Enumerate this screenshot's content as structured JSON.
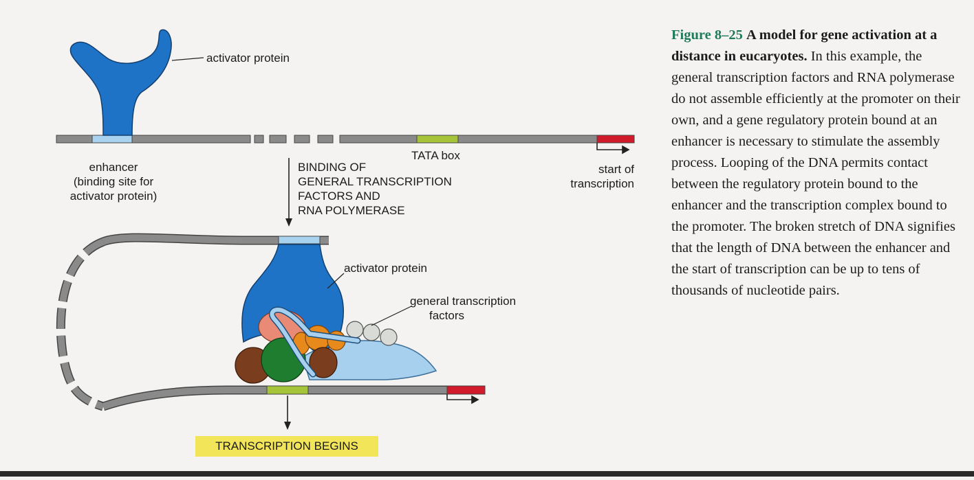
{
  "labels": {
    "activator_top": "activator protein",
    "tata_box": "TATA box",
    "enhancer_line1": "enhancer",
    "enhancer_line2": "(binding site for",
    "enhancer_line3": "activator protein)",
    "binding_line1": "BINDING OF",
    "binding_line2": "GENERAL TRANSCRIPTION",
    "binding_line3": "FACTORS AND",
    "binding_line4": "RNA POLYMERASE",
    "start_line1": "start of",
    "start_line2": "transcription",
    "activator_bottom": "activator protein",
    "gtf_line1": "general transcription",
    "gtf_line2": "factors",
    "transcription_begins": "TRANSCRIPTION BEGINS"
  },
  "caption": {
    "figure_number": "Figure 8–25",
    "title": "A model for gene activation at a distance in eucaryotes.",
    "body": "In this example, the general transcription factors and RNA polymerase do not assemble efficiently at the promoter on their own, and a gene regulatory protein bound at an enhancer is necessary to stimulate the assembly process. Looping of the DNA permits contact between the regulatory protein bound to the enhancer and the transcription complex bound to the promoter. The broken stretch of DNA signifies that the length of DNA between the enhancer and the start of transcription can be up to tens of thousands of nucleotide pairs."
  },
  "colors": {
    "activator": "#1f73c6",
    "dna": "#8a8a8a",
    "enhancer_site": "#a9d2ee",
    "tata_box": "#a5c43a",
    "start_site": "#d11a2a",
    "polymerase": "#a7cfee",
    "factor_orange": "#e8891c",
    "factor_salmon": "#e88a76",
    "factor_green": "#1e7d2e",
    "factor_brown": "#7a3d1e",
    "factor_gray": "#d9dcd6",
    "caption_accent": "#1f7a5a",
    "highlight_box": "#f2e55a"
  }
}
